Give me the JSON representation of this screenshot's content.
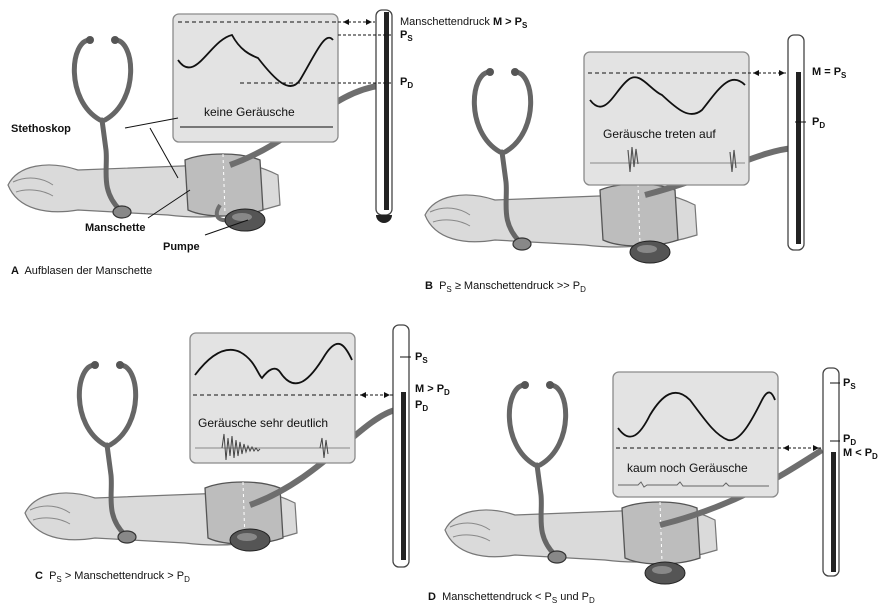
{
  "labels": {
    "stethoscope": "Stethoskop",
    "cuff": "Manschette",
    "pump": "Pumpe"
  },
  "panels": {
    "a": {
      "caption_letter": "A",
      "caption_text": "Aufblasen der Manschette",
      "sound_text": "keine Geräusche",
      "gauge_top_label": "Manschettendruck",
      "gauge_top_rel": "M > P",
      "gauge_top_sub": "S",
      "ps_main": "P",
      "ps_sub": "S",
      "pd_main": "P",
      "pd_sub": "D"
    },
    "b": {
      "caption_letter": "B",
      "caption_p1": "P",
      "caption_s1": "S",
      "caption_mid": " ≥ Manschettendruck >> ",
      "caption_p2": "P",
      "caption_s2": "D",
      "sound_text": "Geräusche treten auf",
      "m_label": "M = P",
      "m_sub": "S",
      "pd_main": "P",
      "pd_sub": "D"
    },
    "c": {
      "caption_letter": "C",
      "caption_p1": "P",
      "caption_s1": "S",
      "caption_mid": " > Manschettendruck > ",
      "caption_p2": "P",
      "caption_s2": "D",
      "sound_text": "Geräusche sehr deutlich",
      "ps_main": "P",
      "ps_sub": "S",
      "m_label": "M > P",
      "m_sub": "D",
      "pd_main": "P",
      "pd_sub": "D"
    },
    "d": {
      "caption_letter": "D",
      "caption_pre": "Manschettendruck < ",
      "caption_p1": "P",
      "caption_s1": "S",
      "caption_mid": " und ",
      "caption_p2": "P",
      "caption_s2": "D",
      "sound_text": "kaum noch Geräusche",
      "ps_main": "P",
      "ps_sub": "S",
      "pd_main": "P",
      "pd_sub": "D",
      "m_label": "M < P",
      "m_sub": "D"
    }
  },
  "colors": {
    "box_fill": "#e3e3e3",
    "box_stroke": "#8a8a8a",
    "arm_fill": "#d9d9d9",
    "tube": "#6e6e6e",
    "mercury": "#222222"
  }
}
